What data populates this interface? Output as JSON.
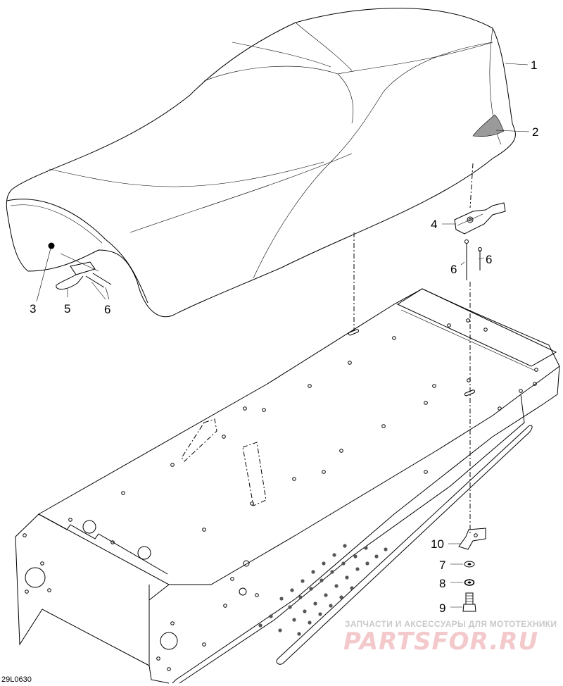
{
  "callouts": [
    {
      "id": "1",
      "label": "1"
    },
    {
      "id": "2",
      "label": "2"
    },
    {
      "id": "3",
      "label": "3"
    },
    {
      "id": "4",
      "label": "4"
    },
    {
      "id": "5",
      "label": "5"
    },
    {
      "id": "6a",
      "label": "6"
    },
    {
      "id": "6b",
      "label": "6"
    },
    {
      "id": "6c",
      "label": "6"
    },
    {
      "id": "7",
      "label": "7"
    },
    {
      "id": "8",
      "label": "8"
    },
    {
      "id": "9",
      "label": "9"
    },
    {
      "id": "10",
      "label": "10"
    }
  ],
  "drawing_code": "29L0630",
  "watermark": {
    "tagline": "ЗАПЧАСТИ И АКСЕССУАРЫ ДЛЯ МОТОТЕХНИКИ",
    "brand": "PARTSFOR.RU",
    "color": "#e8a0a6"
  }
}
